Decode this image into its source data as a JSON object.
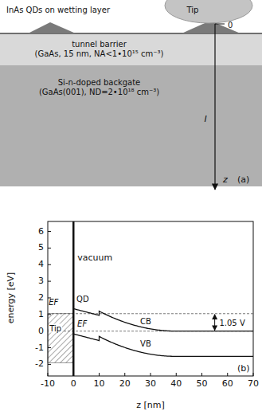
{
  "diagram": {
    "nodes": [
      {
        "text": [
          "Tip"
        ]
      },
      {
        "text": [
          "tunnel barrier",
          "(GaAs, 15 nm, NA<1•10¹⁵ cm⁻³)"
        ]
      },
      {
        "text": [
          "Si-n-doped backgate",
          "(GaAs(001), ND=2•10¹⁸ cm⁻³)"
        ]
      }
    ],
    "labels": [
      "InAs QDs on wetting layer",
      "0",
      "I",
      "z",
      "(a)",
      "6",
      "5",
      "4",
      "3",
      "2",
      "1",
      "0",
      "-1",
      "-2",
      "-10",
      "0",
      "10",
      "20",
      "30",
      "40",
      "50",
      "60",
      "70",
      "energy [eV]",
      "z [nm]",
      "vacuum",
      "EF",
      "Tip",
      "QD",
      "EF",
      "CB",
      "VB",
      "1.05 V",
      "(b)"
    ]
  }
}
